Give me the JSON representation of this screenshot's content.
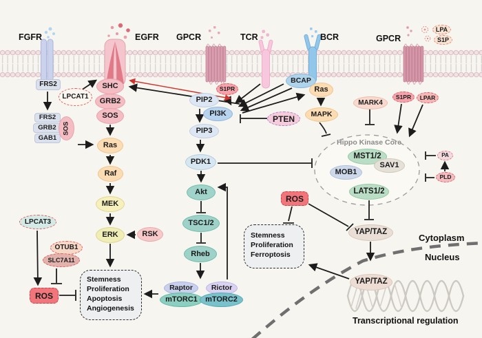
{
  "receptors": {
    "fgfr": "FGFR",
    "egfr": "EGFR",
    "gpcr_left": "GPCR",
    "tcr": "TCR",
    "bcr": "BCR",
    "gpcr_right": "GPCR"
  },
  "ligands": {
    "lpa": "LPA",
    "s1p": "S1P"
  },
  "nodes": {
    "frs2_mem": "FRS2",
    "lpcat1": "LPCAT1",
    "shc": "SHC",
    "grb2": "GRB2",
    "sos": "SOS",
    "cx_frs2": "FRS2",
    "cx_grb2": "GRB2",
    "cx_gab1": "GAB1",
    "cx_sos": "SOS",
    "ras_left": "Ras",
    "raf": "Raf",
    "mek": "MEK",
    "erk": "ERK",
    "rsk": "RSK",
    "lpcat3": "LPCAT3",
    "otub1": "OTUB1",
    "slc7a11": "SLC7A11",
    "ros_left": "ROS",
    "pip2": "PIP2",
    "pi3k": "PI3K",
    "pip3": "PIP3",
    "pdk1": "PDK1",
    "akt": "Akt",
    "tsc12": "TSC1/2",
    "rheb": "Rheb",
    "raptor": "Raptor",
    "mtorc1": "mTORC1",
    "rictor": "Rictor",
    "mtorc2": "mTORC2",
    "s1pr_left": "S1PR",
    "pten": "PTEN",
    "bcap": "BCAP",
    "ras_right": "Ras",
    "mapk": "MAPK",
    "ros_right": "ROS",
    "mark4": "MARK4",
    "s1pr_right": "S1PR",
    "lpar": "LPAR",
    "pa": "PA",
    "pld": "PLD",
    "mst12": "MST1/2",
    "sav1": "SAV1",
    "mob1": "MOB1",
    "lats12": "LATS1/2",
    "yap_taz_cyto": "YAP/TAZ",
    "yap_taz_nuc": "YAP/TAZ"
  },
  "groups": {
    "hippo_label": "Hippo Kinase Core"
  },
  "boxes": {
    "box1": {
      "lines": [
        "Stemness",
        "Proliferation",
        "Apoptosis",
        "Angiogenesis"
      ]
    },
    "box2": {
      "lines": [
        "Stemness",
        "Proliferation",
        "Ferroptosis"
      ]
    }
  },
  "compartments": {
    "cytoplasm": "Cytoplasm",
    "nucleus": "Nucleus",
    "transcription": "Transcriptional regulation"
  },
  "colors": {
    "background": "#f7f5ef",
    "membrane_head": "#f2e2e5",
    "ros_fill": "#f1767b",
    "red_arrow": "#d0342c",
    "arrow": "#1c1c1c",
    "hippo_text": "#8b8b8b"
  }
}
